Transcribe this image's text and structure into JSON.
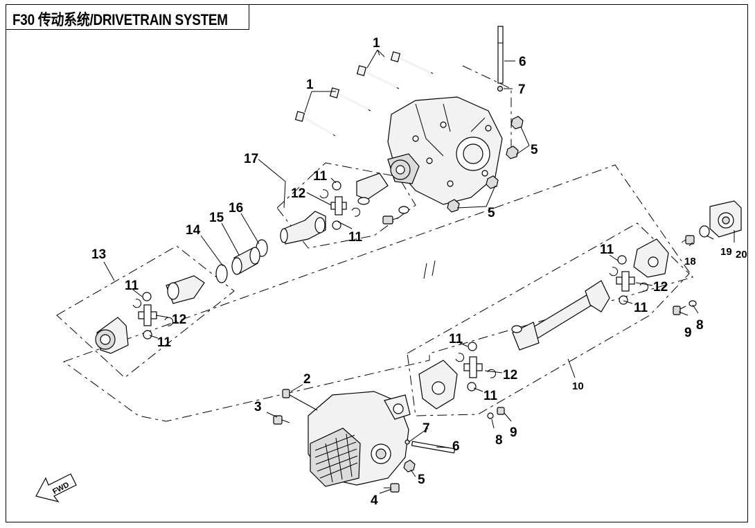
{
  "header": {
    "title": "F30 传动系统/DRIVETRAIN SYSTEM"
  },
  "direction_marker": {
    "label": "FWD"
  },
  "callouts": [
    {
      "id": "c1a",
      "text": "1"
    },
    {
      "id": "c1b",
      "text": "1"
    },
    {
      "id": "c2",
      "text": "2"
    },
    {
      "id": "c3",
      "text": "3"
    },
    {
      "id": "c4",
      "text": "4"
    },
    {
      "id": "c5a",
      "text": "5"
    },
    {
      "id": "c5b",
      "text": "5"
    },
    {
      "id": "c5c",
      "text": "5"
    },
    {
      "id": "c6a",
      "text": "6"
    },
    {
      "id": "c6b",
      "text": "6"
    },
    {
      "id": "c7a",
      "text": "7"
    },
    {
      "id": "c7b",
      "text": "7"
    },
    {
      "id": "c8a",
      "text": "8"
    },
    {
      "id": "c8b",
      "text": "8"
    },
    {
      "id": "c9a",
      "text": "9"
    },
    {
      "id": "c9b",
      "text": "9"
    },
    {
      "id": "c10",
      "text": "10"
    },
    {
      "id": "c11a",
      "text": "11"
    },
    {
      "id": "c11b",
      "text": "11"
    },
    {
      "id": "c11c",
      "text": "11"
    },
    {
      "id": "c11d",
      "text": "11"
    },
    {
      "id": "c11e",
      "text": "11"
    },
    {
      "id": "c11f",
      "text": "11"
    },
    {
      "id": "c11g",
      "text": "11"
    },
    {
      "id": "c11h",
      "text": "11"
    },
    {
      "id": "c12a",
      "text": "12"
    },
    {
      "id": "c12b",
      "text": "12"
    },
    {
      "id": "c12c",
      "text": "12"
    },
    {
      "id": "c12d",
      "text": "12"
    },
    {
      "id": "c13",
      "text": "13"
    },
    {
      "id": "c14",
      "text": "14"
    },
    {
      "id": "c15",
      "text": "15"
    },
    {
      "id": "c16",
      "text": "16"
    },
    {
      "id": "c17",
      "text": "17"
    },
    {
      "id": "c18",
      "text": "18"
    },
    {
      "id": "c19",
      "text": "19"
    },
    {
      "id": "c20",
      "text": "20"
    }
  ]
}
